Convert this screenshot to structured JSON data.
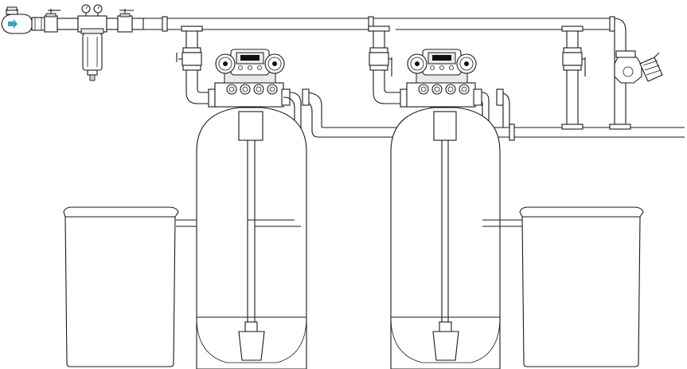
{
  "diagram": {
    "type": "twin water softener system",
    "components": [
      "inlet-meter",
      "pressure-gauges",
      "sediment-prefilter",
      "shutoff-valves",
      "header-pipe",
      "softener-tank-1",
      "softener-tank-2",
      "control-valve-1",
      "control-valve-2",
      "brine-tank-1",
      "brine-tank-2",
      "outlet-pipe",
      "check-valve"
    ]
  },
  "colors": {
    "line": "#1a1a1a",
    "flow_arrow": "#3aa6b9",
    "background": "#ffffff"
  },
  "icons": {
    "inlet_meter": "flow-meter-icon",
    "prefilter": "filter-housing-icon",
    "valve": "ball-valve-icon",
    "control_head": "control-valve-icon"
  }
}
